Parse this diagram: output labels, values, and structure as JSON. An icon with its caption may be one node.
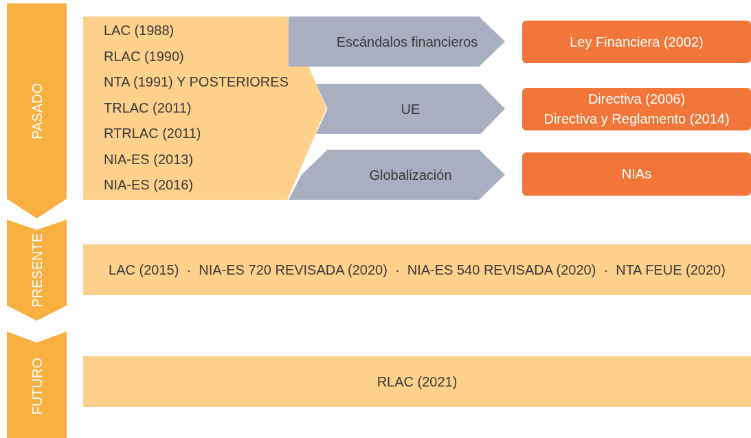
{
  "diagram": {
    "nodes": [
      {
        "text": [
          "PASADO"
        ]
      },
      {
        "text": [
          "LAC (1988)",
          "RLAC (1990)",
          "NTA (1991) Y POSTERIORES",
          "TRLAC (2011)",
          "RTRLAC (2011)",
          "NIA-ES (2013)",
          "NIA-ES (2016)"
        ]
      },
      {
        "text": [
          "Escándalos financieros"
        ]
      },
      {
        "text": [
          "Ley Financiera (2002)"
        ]
      },
      {
        "text": [
          "UE"
        ]
      },
      {
        "text": [
          "Directiva (2006)",
          "Directiva y Reglamento (2014)"
        ]
      },
      {
        "text": [
          "Globalización"
        ]
      },
      {
        "text": [
          "NIAs"
        ]
      },
      {
        "text": [
          "PRESENTE"
        ]
      },
      {
        "text": [
          "LAC (2015)  ·  NIA-ES 720 REVISADA (2020)  ·  NIA-ES 540 REVISADA (2020)  ·  NTA FEUE (2020)"
        ]
      },
      {
        "text": [
          "FUTURO"
        ]
      },
      {
        "text": [
          "RLAC (2021)"
        ]
      }
    ]
  }
}
